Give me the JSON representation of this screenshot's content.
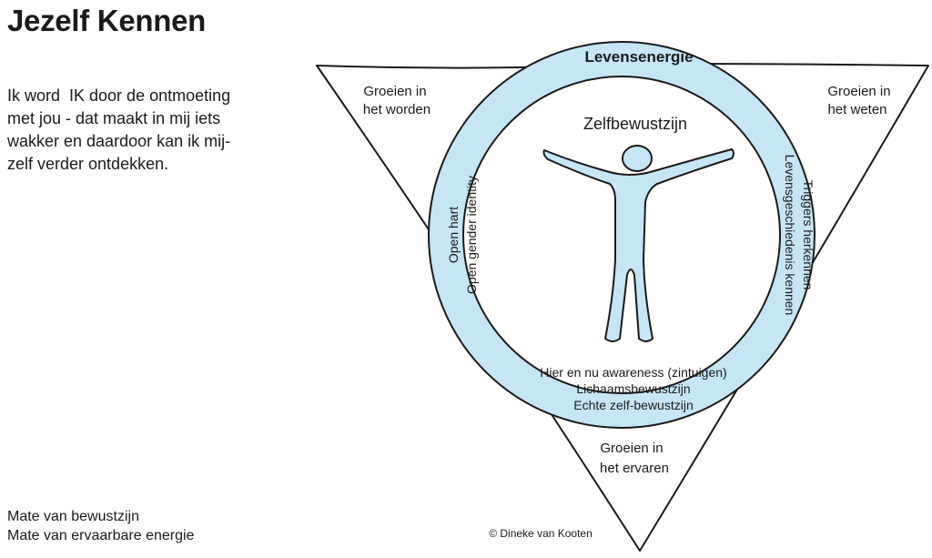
{
  "title": "Jezelf Kennen",
  "intro_lines": [
    "Ik word  IK door de ontmoeting",
    "met jou - dat maakt in mij iets",
    "wakker en daardoor kan ik mij-",
    "zelf verder ontdekken."
  ],
  "bottom_left": {
    "line1": "Mate van bewustzijn",
    "line2": "Mate van ervaarbare energie"
  },
  "diagram": {
    "ring_label": "Levensenergie",
    "center_label": "Zelfbewustzijn",
    "left_ring_lines": [
      "Open hart",
      "Open gender identity"
    ],
    "right_ring_lines": [
      "Triggers herkennen",
      "Levensgeschiedenis kennen"
    ],
    "bottom_ring_lines": [
      "Hier en nu awareness (zintuigen)",
      "Lichaamsbewustzijn",
      "Echte zelf-bewustzijn"
    ],
    "corner_top_left": [
      "Groeien in",
      "het worden"
    ],
    "corner_top_right": [
      "Groeien in",
      "het weten"
    ],
    "corner_bottom": [
      "Groeien in",
      "het ervaren"
    ],
    "copyright": "© Dineke van Kooten",
    "colors": {
      "ring_fill": "#c6e6f6",
      "figure_fill": "#c6e6f6",
      "stroke": "#1a1a1a",
      "inner_fill": "#ffffff"
    }
  }
}
